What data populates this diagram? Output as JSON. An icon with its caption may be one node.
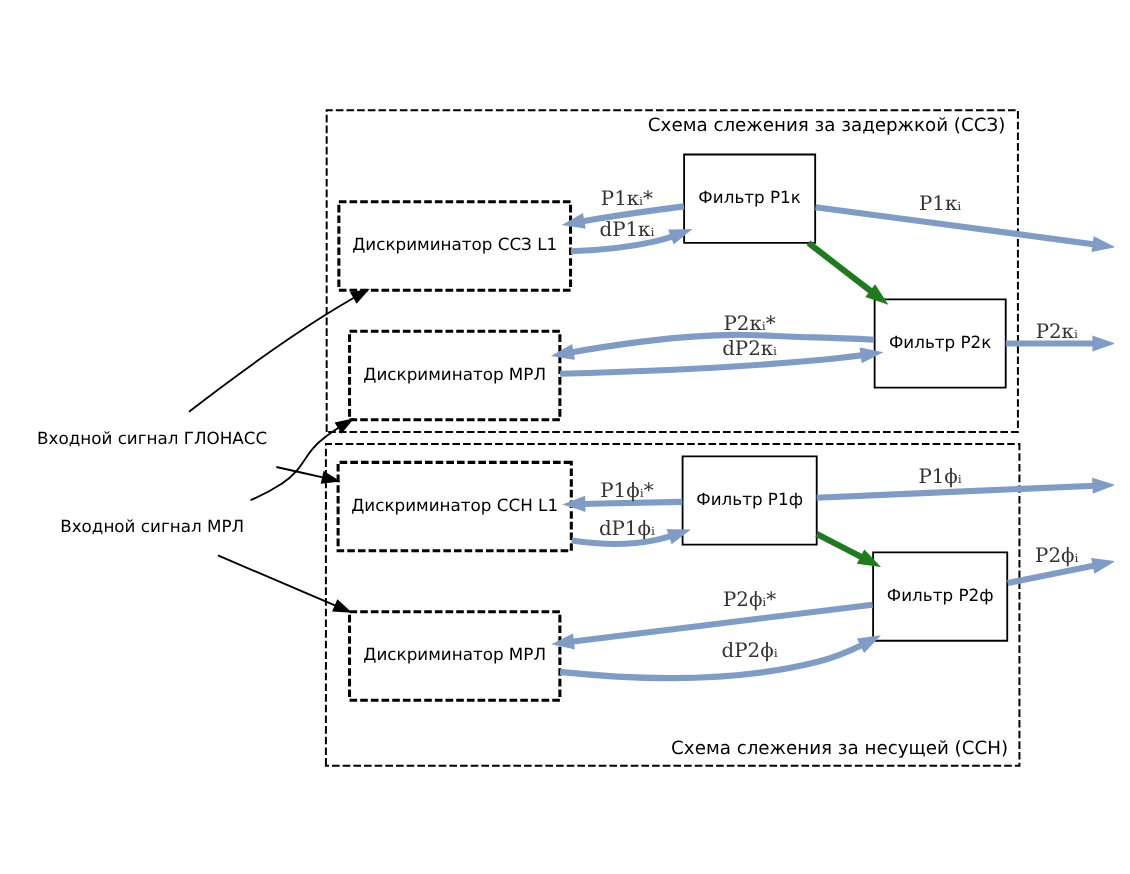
{
  "diagram": {
    "nodes": [
      {
        "text": [
          "Входной сигнал ГЛОНАСС"
        ]
      },
      {
        "text": [
          "Входной сигнал МРЛ"
        ]
      },
      {
        "text": [
          "Схема слежения за задержкой (ССЗ)"
        ]
      },
      {
        "text": [
          "Дискриминатор ССЗ L1"
        ],
        "in": 2
      },
      {
        "text": [
          "Фильтр P1к"
        ],
        "in": 2
      },
      {
        "text": [
          "Дискриминатор МРЛ"
        ],
        "in": 2
      },
      {
        "text": [
          "Фильтр P2к"
        ],
        "in": 2
      },
      {
        "text": [
          "Схема слежения за несущей (ССН)"
        ]
      },
      {
        "text": [
          "Дискриминатор ССН L1"
        ],
        "in": 7
      },
      {
        "text": [
          "Фильтр P1ф"
        ],
        "in": 7
      },
      {
        "text": [
          "Дискриминатор МРЛ"
        ],
        "in": 7
      },
      {
        "text": [
          "Фильтр P2ф"
        ],
        "in": 7
      }
    ],
    "edges": [
      {
        "from": 0,
        "to": 3,
        "arrow": "to",
        "color": "#000000"
      },
      {
        "from": 0,
        "to": 8,
        "arrow": "to",
        "color": "#000000"
      },
      {
        "from": 1,
        "to": 5,
        "arrow": "to",
        "color": "#000000"
      },
      {
        "from": 1,
        "to": 10,
        "arrow": "to",
        "color": "#000000"
      },
      {
        "from": 3,
        "to": 4,
        "arrow": "to",
        "label": "dP1κᵢ"
      },
      {
        "from": 4,
        "to": 3,
        "arrow": "to",
        "label": "P1κᵢ*"
      },
      {
        "from": 4,
        "to": null,
        "arrow": "to",
        "label": "P1κᵢ"
      },
      {
        "from": 4,
        "to": 6,
        "arrow": "to",
        "color": "#1e7b1e"
      },
      {
        "from": 5,
        "to": 6,
        "arrow": "to",
        "label": "dP2κᵢ"
      },
      {
        "from": 6,
        "to": 5,
        "arrow": "to",
        "label": "P2κᵢ*"
      },
      {
        "from": 6,
        "to": null,
        "arrow": "to",
        "label": "P2κᵢ"
      },
      {
        "from": 8,
        "to": 9,
        "arrow": "to",
        "label": "dP1ϕᵢ"
      },
      {
        "from": 9,
        "to": 8,
        "arrow": "to",
        "label": "P1ϕᵢ*"
      },
      {
        "from": 9,
        "to": null,
        "arrow": "to",
        "label": "P1ϕᵢ"
      },
      {
        "from": 9,
        "to": 11,
        "arrow": "to",
        "color": "#1e7b1e"
      },
      {
        "from": 10,
        "to": 11,
        "arrow": "to",
        "label": "dP2ϕᵢ"
      },
      {
        "from": 11,
        "to": 10,
        "arrow": "to",
        "label": "P2ϕᵢ*"
      },
      {
        "from": 11,
        "to": null,
        "arrow": "to",
        "label": "P2ϕᵢ"
      }
    ]
  }
}
